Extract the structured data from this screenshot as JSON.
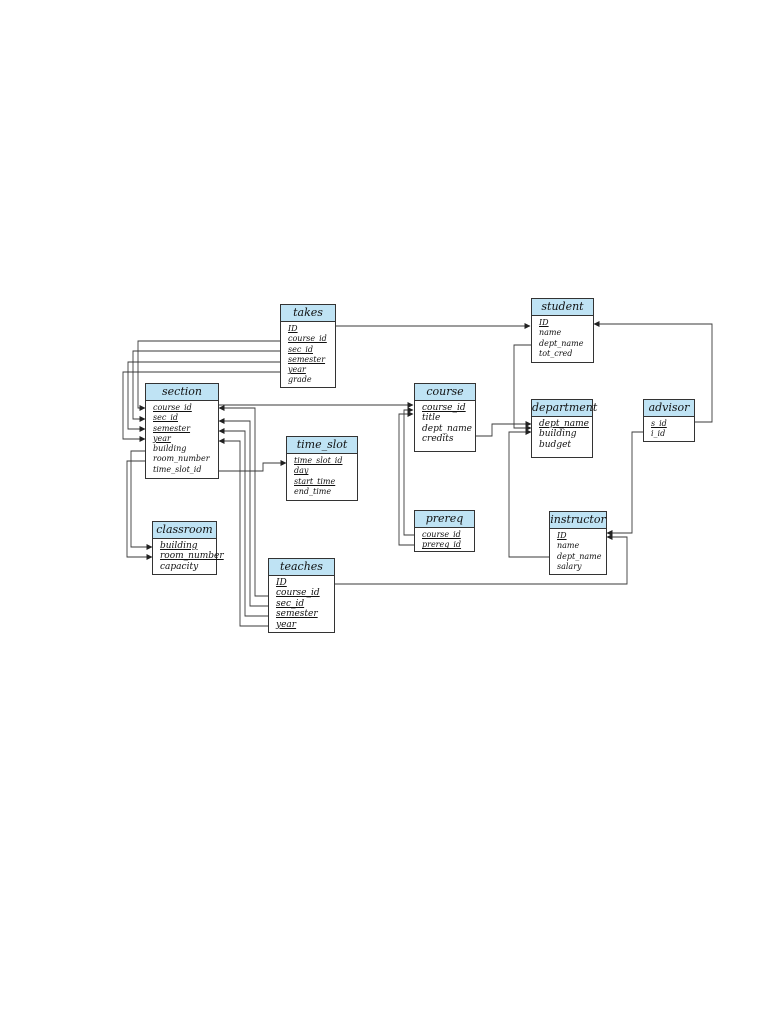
{
  "entities": {
    "takes": {
      "title": "takes",
      "attributes": [
        {
          "name": "ID",
          "pk": true
        },
        {
          "name": "course_id",
          "pk": true
        },
        {
          "name": "sec_id",
          "pk": true
        },
        {
          "name": "semester",
          "pk": true
        },
        {
          "name": "year",
          "pk": true
        },
        {
          "name": "grade",
          "pk": false
        }
      ]
    },
    "student": {
      "title": "student",
      "attributes": [
        {
          "name": "ID",
          "pk": true
        },
        {
          "name": "name",
          "pk": false
        },
        {
          "name": "dept_name",
          "pk": false
        },
        {
          "name": "tot_cred",
          "pk": false
        }
      ]
    },
    "section": {
      "title": "section",
      "attributes": [
        {
          "name": "course_id",
          "pk": true
        },
        {
          "name": "sec_id",
          "pk": true
        },
        {
          "name": "semester",
          "pk": true
        },
        {
          "name": "year",
          "pk": true
        },
        {
          "name": "building",
          "pk": false
        },
        {
          "name": "room_number",
          "pk": false
        },
        {
          "name": "time_slot_id",
          "pk": false
        }
      ]
    },
    "course": {
      "title": "course",
      "attributes": [
        {
          "name": "course_id",
          "pk": true
        },
        {
          "name": "title",
          "pk": false
        },
        {
          "name": "dept_name",
          "pk": false
        },
        {
          "name": "credits",
          "pk": false
        }
      ]
    },
    "department": {
      "title": "department",
      "attributes": [
        {
          "name": "dept_name",
          "pk": true
        },
        {
          "name": "building",
          "pk": false
        },
        {
          "name": "budget",
          "pk": false
        }
      ]
    },
    "advisor": {
      "title": "advisor",
      "attributes": [
        {
          "name": "s_id",
          "pk": true
        },
        {
          "name": "i_id",
          "pk": false
        }
      ]
    },
    "time_slot": {
      "title": "time_slot",
      "attributes": [
        {
          "name": "time_slot_id",
          "pk": true
        },
        {
          "name": "day",
          "pk": true
        },
        {
          "name": "start_time",
          "pk": true
        },
        {
          "name": "end_time",
          "pk": false
        }
      ]
    },
    "classroom": {
      "title": "classroom",
      "attributes": [
        {
          "name": "building",
          "pk": true
        },
        {
          "name": "room_number",
          "pk": true
        },
        {
          "name": "capacity",
          "pk": false
        }
      ]
    },
    "prereq": {
      "title": "prereq",
      "attributes": [
        {
          "name": "course_id",
          "pk": true
        },
        {
          "name": "prereq_id",
          "pk": true
        }
      ]
    },
    "instructor": {
      "title": "instructor",
      "attributes": [
        {
          "name": "ID",
          "pk": true
        },
        {
          "name": "name",
          "pk": false
        },
        {
          "name": "dept_name",
          "pk": false
        },
        {
          "name": "salary",
          "pk": false
        }
      ]
    },
    "teaches": {
      "title": "teaches",
      "attributes": [
        {
          "name": "ID",
          "pk": true
        },
        {
          "name": "course_id",
          "pk": true
        },
        {
          "name": "sec_id",
          "pk": true
        },
        {
          "name": "semester",
          "pk": true
        },
        {
          "name": "year",
          "pk": true
        }
      ]
    }
  },
  "colors": {
    "header_fill": "#bfe3f4",
    "line": "#3a3a3a"
  }
}
